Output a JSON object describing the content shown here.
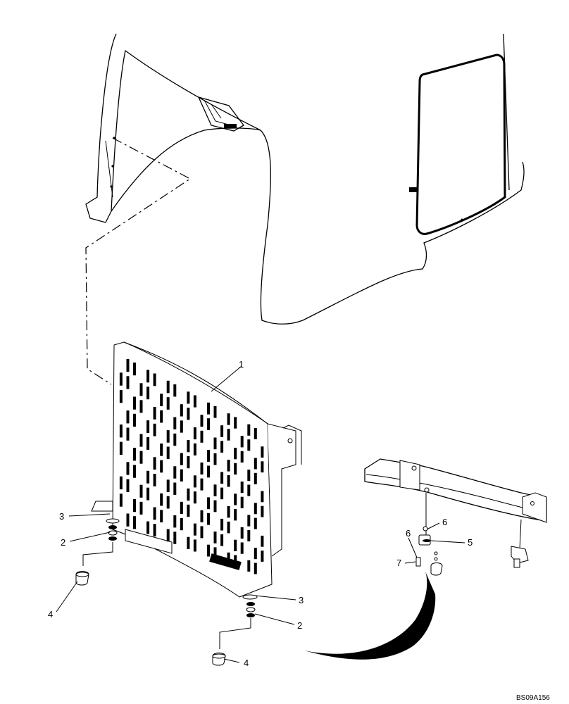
{
  "diagram": {
    "figure_id": "BS09A156",
    "callouts": [
      {
        "id": "c1",
        "text": "1"
      },
      {
        "id": "c3a",
        "text": "3"
      },
      {
        "id": "c2a",
        "text": "2"
      },
      {
        "id": "c4a",
        "text": "4"
      },
      {
        "id": "c3b",
        "text": "3"
      },
      {
        "id": "c2b",
        "text": "2"
      },
      {
        "id": "c4b",
        "text": "4"
      },
      {
        "id": "c6a",
        "text": "6"
      },
      {
        "id": "c5",
        "text": "5"
      },
      {
        "id": "c6b",
        "text": "6"
      },
      {
        "id": "c7",
        "text": "7"
      }
    ],
    "colors": {
      "ink": "#000000",
      "paper": "#ffffff"
    }
  }
}
